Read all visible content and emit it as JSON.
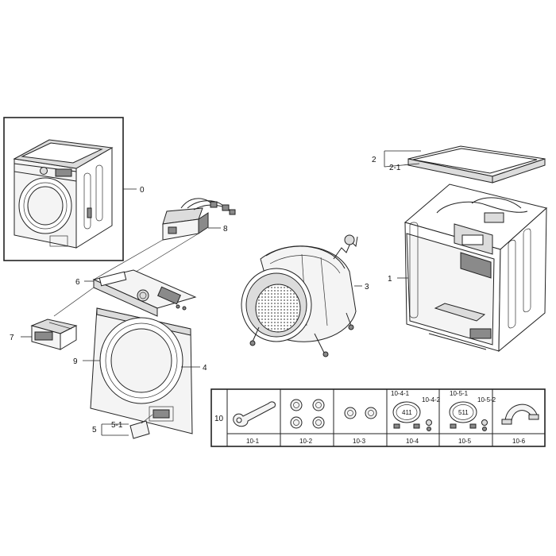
{
  "labels": {
    "assembly": "0",
    "cabinet": "1",
    "top_cover": "2",
    "top_cover_sub": "2-1",
    "tub": "3",
    "front_frame": "4",
    "filter_cover": "5",
    "filter_cover_sub": "5-1",
    "control_panel": "6",
    "drawer": "7",
    "pcb_assembly": "8",
    "door": "9",
    "accessory_kit": "10"
  },
  "accessories": {
    "cells": [
      {
        "code": "10-1",
        "icon": "wrench-icon"
      },
      {
        "code": "10-2",
        "icon": "cap-set-icon"
      },
      {
        "code": "10-3",
        "icon": "cap-pair-icon"
      },
      {
        "code": "10-4",
        "icon": "hose-icon",
        "sub_left": "10-4-1",
        "sub_right": "10-4-2",
        "tag": "411"
      },
      {
        "code": "10-5",
        "icon": "hose-icon",
        "sub_left": "10-5-1",
        "sub_right": "10-5-2",
        "tag": "511"
      },
      {
        "code": "10-6",
        "icon": "hose-guide-icon"
      }
    ]
  }
}
